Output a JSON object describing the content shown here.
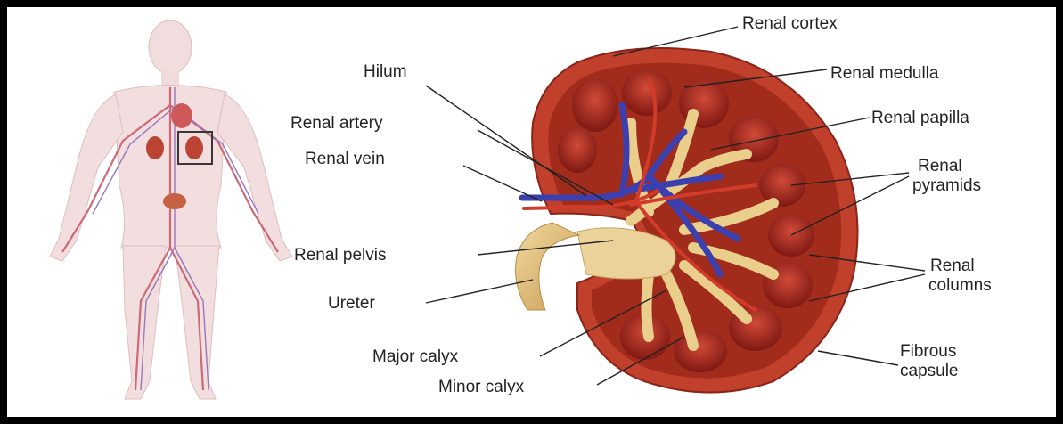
{
  "labels": {
    "renal_cortex": "Renal cortex",
    "renal_medulla": "Renal medulla",
    "hilum": "Hilum",
    "renal_papilla": "Renal papilla",
    "renal_artery": "Renal artery",
    "renal_vein": "Renal vein",
    "renal_pyramids_1": "Renal",
    "renal_pyramids_2": "pyramids",
    "renal_pelvis": "Renal pelvis",
    "renal_columns_1": "Renal",
    "renal_columns_2": "columns",
    "ureter": "Ureter",
    "major_calyx": "Major calyx",
    "fibrous_capsule_1": "Fibrous",
    "fibrous_capsule_2": "capsule",
    "minor_calyx": "Minor calyx"
  },
  "colors": {
    "cortex": "#b5321f",
    "capsule": "#c9452f",
    "pyramid": "#a4261c",
    "calyx": "#e8cf8a",
    "vein": "#3b3fb0",
    "artery": "#c62828",
    "body": "#eed3d3"
  }
}
